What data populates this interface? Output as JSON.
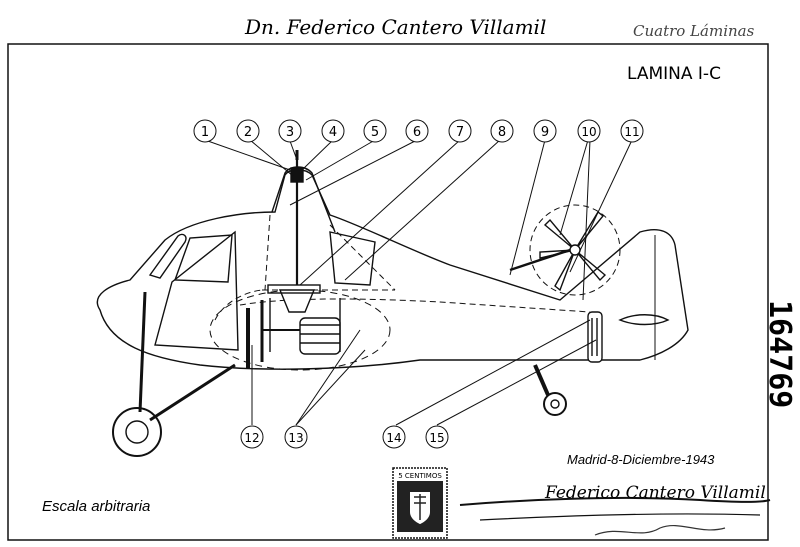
{
  "header": {
    "applicant": "Dn. Federico Cantero Villamil",
    "pages_note": "Cuatro Láminas"
  },
  "sheet": {
    "title": "LAMINA I-C",
    "scale_note": "Escala arbitraria",
    "date_line": "Madrid-8-Diciembre-1943",
    "signature": "Federico Cantero Villamil",
    "stamp_number": "164769"
  },
  "revenue_stamp": {
    "value": "5 CENTIMOS"
  },
  "callouts": {
    "top": [
      "1",
      "2",
      "3",
      "4",
      "5",
      "6",
      "7",
      "8",
      "9",
      "10",
      "11"
    ],
    "bottom": [
      "12",
      "13",
      "14",
      "15"
    ]
  }
}
